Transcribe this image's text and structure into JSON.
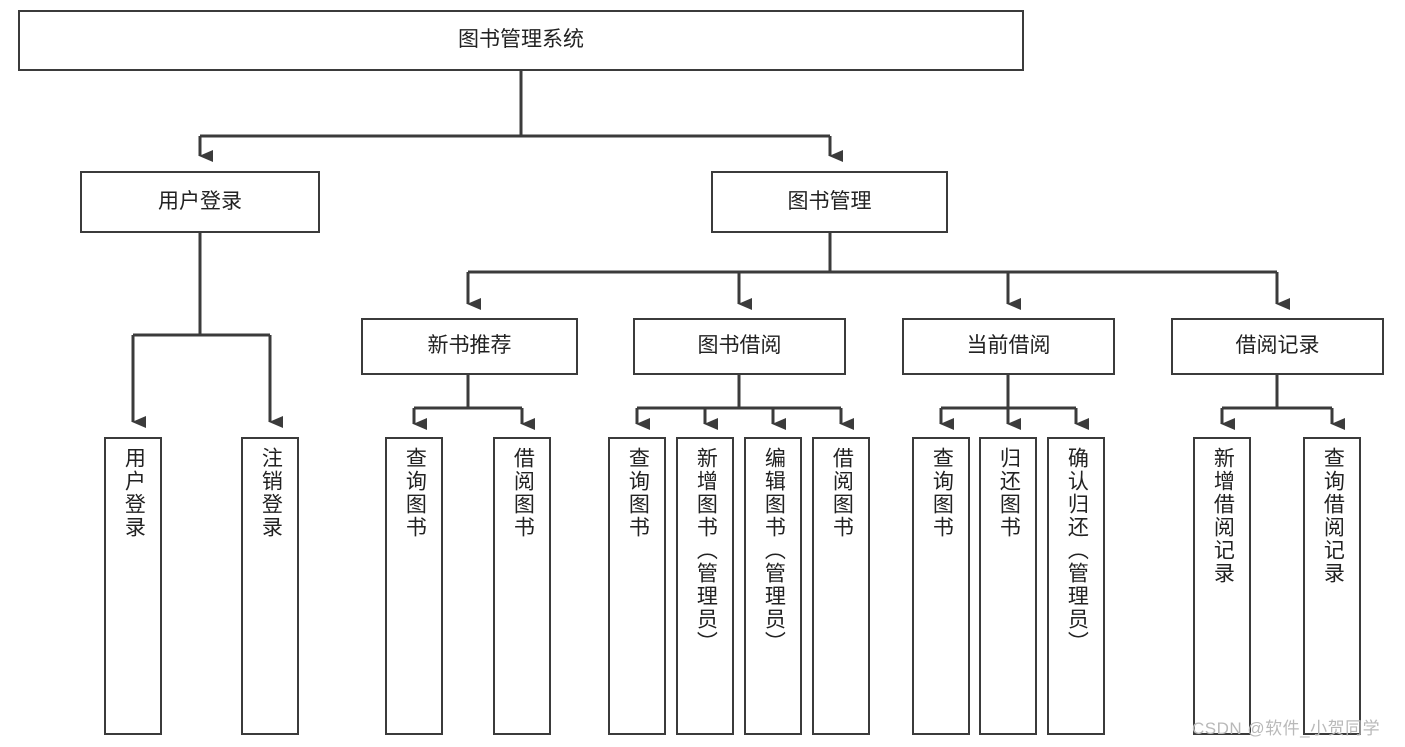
{
  "diagram": {
    "type": "tree-hierarchy-chart",
    "title": "图书管理系统",
    "orientation": "top-down",
    "background_color": "#ffffff",
    "box_border_color": "#3b3b3b",
    "box_fill_color": "#ffffff",
    "text_color": "#222222",
    "connector_color": "#3b3b3b"
  },
  "root": {
    "label": "图书管理系统",
    "text_direction": "horizontal"
  },
  "level2": [
    {
      "id": "user-login",
      "label": "用户登录",
      "text_direction": "horizontal"
    },
    {
      "id": "book-manage",
      "label": "图书管理",
      "text_direction": "horizontal"
    }
  ],
  "level3": [
    {
      "id": "new-book-recommend",
      "label": "新书推荐",
      "text_direction": "horizontal",
      "parent": "book-manage"
    },
    {
      "id": "book-borrow",
      "label": "图书借阅",
      "text_direction": "horizontal",
      "parent": "book-manage"
    },
    {
      "id": "current-borrow",
      "label": "当前借阅",
      "text_direction": "horizontal",
      "parent": "book-manage"
    },
    {
      "id": "borrow-record",
      "label": "借阅记录",
      "text_direction": "horizontal",
      "parent": "book-manage"
    }
  ],
  "leaves": {
    "user_login": [
      {
        "id": "leaf-user-login",
        "label": "用户登录",
        "text_direction": "vertical"
      },
      {
        "id": "leaf-logout-login",
        "label": "注销登录",
        "text_direction": "vertical"
      }
    ],
    "new_book_recommend": [
      {
        "id": "leaf-query-book-1",
        "label": "查询图书",
        "text_direction": "vertical"
      },
      {
        "id": "leaf-borrow-book-1",
        "label": "借阅图书",
        "text_direction": "vertical"
      }
    ],
    "book_borrow": [
      {
        "id": "leaf-query-book-2",
        "label": "查询图书",
        "text_direction": "vertical"
      },
      {
        "id": "leaf-add-book-admin",
        "label": "新增图书（管理员）",
        "text_direction": "vertical"
      },
      {
        "id": "leaf-edit-book-admin",
        "label": "编辑图书（管理员）",
        "text_direction": "vertical"
      },
      {
        "id": "leaf-borrow-book-2",
        "label": "借阅图书",
        "text_direction": "vertical"
      }
    ],
    "current_borrow": [
      {
        "id": "leaf-query-book-3",
        "label": "查询图书",
        "text_direction": "vertical"
      },
      {
        "id": "leaf-return-book",
        "label": "归还图书",
        "text_direction": "vertical"
      },
      {
        "id": "leaf-confirm-return-admin",
        "label": "确认归还（管理员）",
        "text_direction": "vertical"
      }
    ],
    "borrow_record": [
      {
        "id": "leaf-add-borrow-record",
        "label": "新增借阅记录",
        "text_direction": "vertical"
      },
      {
        "id": "leaf-query-borrow-record",
        "label": "查询借阅记录",
        "text_direction": "vertical"
      }
    ]
  },
  "watermark": {
    "text": "CSDN @软件_小贺同学",
    "color": "#b9b9b9"
  }
}
